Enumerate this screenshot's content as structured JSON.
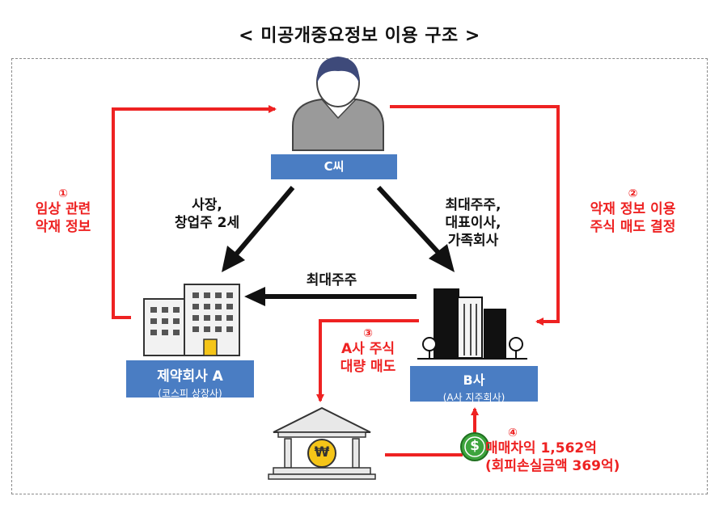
{
  "title": "< 미공개중요정보 이용 구조 >",
  "nodes": {
    "person": {
      "label": "C씨"
    },
    "company_a": {
      "label": "제약회사 A",
      "sub": "(코스피 상장사)"
    },
    "company_b": {
      "label": "B사",
      "sub": "(A사 지주회사)"
    }
  },
  "relations": {
    "c_to_a": {
      "line1": "사장,",
      "line2": "창업주 2세"
    },
    "c_to_b": {
      "line1": "최대주주,",
      "line2": "대표이사,",
      "line3": "가족회사"
    },
    "b_to_a": "최대주주"
  },
  "steps": {
    "s1": {
      "num": "①",
      "line1": "임상 관련",
      "line2": "악재 정보"
    },
    "s2": {
      "num": "②",
      "line1": "악재 정보 이용",
      "line2": "주식 매도 결정"
    },
    "s3": {
      "num": "③",
      "line1": "A사 주식",
      "line2": "대량 매도"
    },
    "s4": {
      "num": "④",
      "line1": "매매차익 1,562억",
      "line2": "(회피손실금액 369억)"
    }
  },
  "icons": {
    "bank_coin": "₩",
    "money_coin": "$"
  },
  "colors": {
    "box_blue": "#4a7dc3",
    "arrow_red": "#ee2222",
    "arrow_black": "#111111"
  }
}
